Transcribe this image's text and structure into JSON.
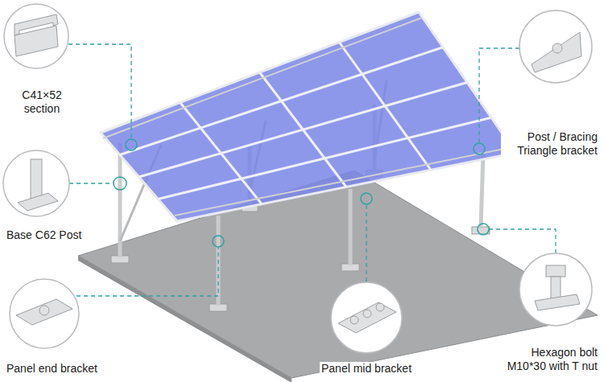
{
  "diagram": {
    "labels": [
      "C41×52 section",
      "Base C62 Post",
      "Panel end bracket",
      "Panel mid bracket",
      "Post / Bracing Triangle bracket",
      "Hexagon bolt M10*30 with T nut"
    ]
  }
}
